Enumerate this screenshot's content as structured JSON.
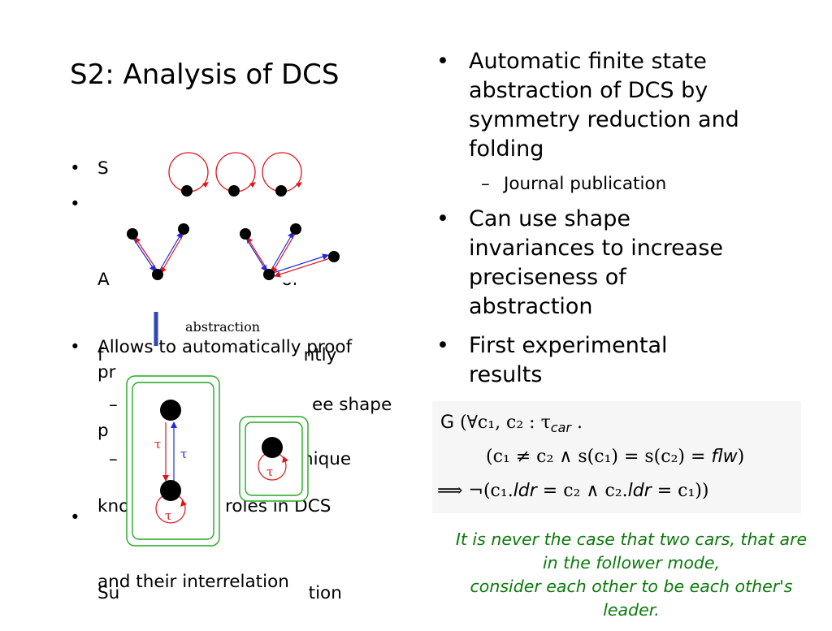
{
  "slide": {
    "title": "S2: Analysis of DCS",
    "left_bullets": [
      {
        "bullet": "•",
        "lines": [
          "S"
        ]
      },
      {
        "bullet": "•",
        "lines": [
          "A                               of",
          "f                                    ntly",
          "p",
          "knowledge on roles in DCS",
          "and their interrelation"
        ]
      },
      {
        "bullet": "•",
        "lines": [
          "Allows to automatically proof",
          "pr"
        ]
      }
    ],
    "left_sub_bullets": [
      {
        "dash": "–",
        "text": "ee shape"
      },
      {
        "dash": "–",
        "text": "nique"
      }
    ],
    "left_last_bullet": {
      "bullet": "•",
      "text": "Su                                  tion"
    },
    "right_bullets": [
      {
        "bullet": "•",
        "lines": [
          "Automatic finite state",
          "abstraction of DCS by",
          "symmetry reduction and",
          "folding"
        ]
      },
      {
        "bullet": "•",
        "lines": [
          "Can use shape",
          "invariances to increase",
          "preciseness of",
          "abstraction"
        ]
      },
      {
        "bullet": "•",
        "lines": [
          "First experimental",
          "results"
        ]
      }
    ],
    "right_sub_bullet": {
      "dash": "–",
      "text": "Journal publication"
    },
    "formula": {
      "g": "G",
      "line1": "(∀c₁, c₂ : τ",
      "car": "car",
      "line1_end": " .",
      "line2": "(c₁ ≠ c₂ ∧ s(c₁) = s(c₂) = ",
      "flw": "flw",
      "line2_end": ")",
      "line3a": "⟹  ¬(c₁.",
      "ldr1": "ldr",
      "line3b": " = c₂ ∧ c₂.",
      "ldr2": "ldr",
      "line3c": " = c₁))"
    },
    "caption_lines": [
      "It is never the case that two cars, that are",
      "in the follower mode,",
      "consider each other to be each other's",
      "leader."
    ],
    "diagram": {
      "abstraction_label": "abstraction",
      "tau": "τ",
      "colors": {
        "red": "#e0141b",
        "blue": "#1c2ed8",
        "green": "#22a81f",
        "arrow": "#3047b8"
      }
    }
  }
}
